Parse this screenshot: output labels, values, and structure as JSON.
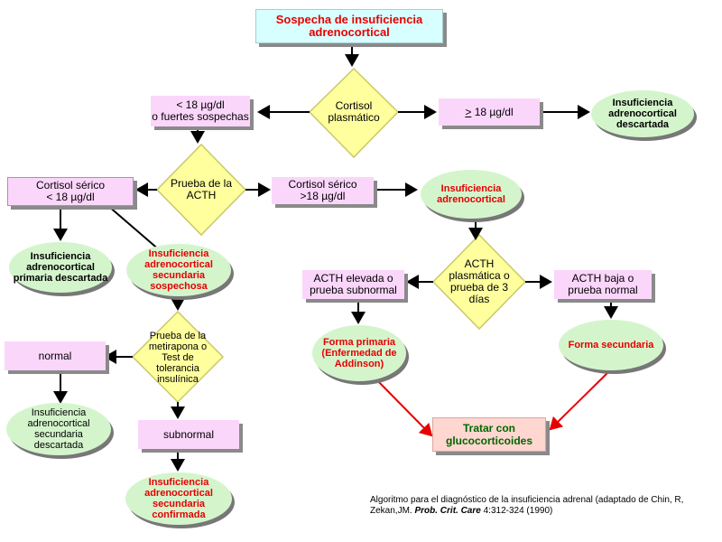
{
  "nodes": {
    "start": "Sospecha de insuficiencia\nadrenocortical",
    "cortisol_plasmatico": "Cortisol\nplasmático",
    "lt18": "< 18 µg/dl\no fuertes sospechas",
    "ge18_prefix": ">",
    "ge18_rest": " 18 µg/dl",
    "descartada_top": "Insuficiencia\nadrenocortical\ndescartada",
    "prueba_acth": "Prueba de la\nACTH",
    "cortisol_serico_lt": "Cortisol sérico\n< 18 µg/dl",
    "cortisol_serico_gt": "Cortisol sérico\n>18 µg/dl",
    "insuf_adrenocortical": "Insuficiencia\nadrenocortical",
    "primaria_descartada": "Insuficiencia\nadrenocortical\nprimaria descartada",
    "secundaria_sospechosa": "Insuficiencia\nadrenocortical\nsecundaria\nsospechosa",
    "acth_plasmatica": "ACTH\nplasmática o\nprueba de 3\ndías",
    "acth_elevada": "ACTH elevada o\nprueba subnormal",
    "acth_baja": "ACTH baja o\nprueba normal",
    "metirapona": "Prueba de la\nmetirapona o\nTest de\ntolerancia\ninsulínica",
    "normal": "normal",
    "secundaria_descartada": "Insuficiencia\nadrenocortical\nsecundaria\ndescartada",
    "subnormal": "subnormal",
    "secundaria_confirmada": "Insuficiencia\nadrenocortical\nsecundaria\nconfirmada",
    "forma_primaria": "Forma primaria\n(Enfermedad de\nAddinson)",
    "forma_secundaria": "Forma secundaria",
    "tratar": "Tratar con\nglucocorticoides"
  },
  "caption": {
    "text": "Algoritmo para el diagnóstico de la insuficiencia adrenal (adaptado de Chin, R, Zekan,JM. ",
    "journal": "Prob. Crit. Care",
    "ref": " 4:312-324 (1990)"
  },
  "colors": {
    "diamond_fill": "#ffff9e",
    "diamond_stroke": "#c8c86a",
    "arrow_black": "#000000",
    "arrow_red": "#e60000"
  }
}
